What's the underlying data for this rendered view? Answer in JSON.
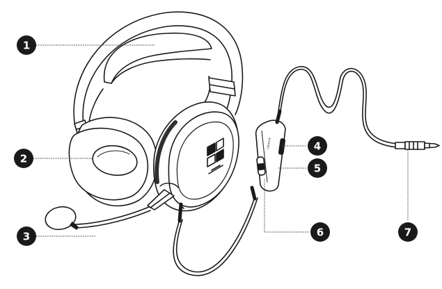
{
  "callouts": [
    {
      "label": "1"
    },
    {
      "label": "2"
    },
    {
      "label": "3"
    },
    {
      "label": "4"
    },
    {
      "label": "5"
    },
    {
      "label": "6"
    },
    {
      "label": "7"
    }
  ],
  "brand": {
    "control_text": "CREATIVE"
  },
  "colors": {
    "ink": "#1a1a1a",
    "paper": "#ffffff",
    "shade": "#cfcfcf"
  },
  "icons": {
    "logo": "creative-logo-icon"
  }
}
